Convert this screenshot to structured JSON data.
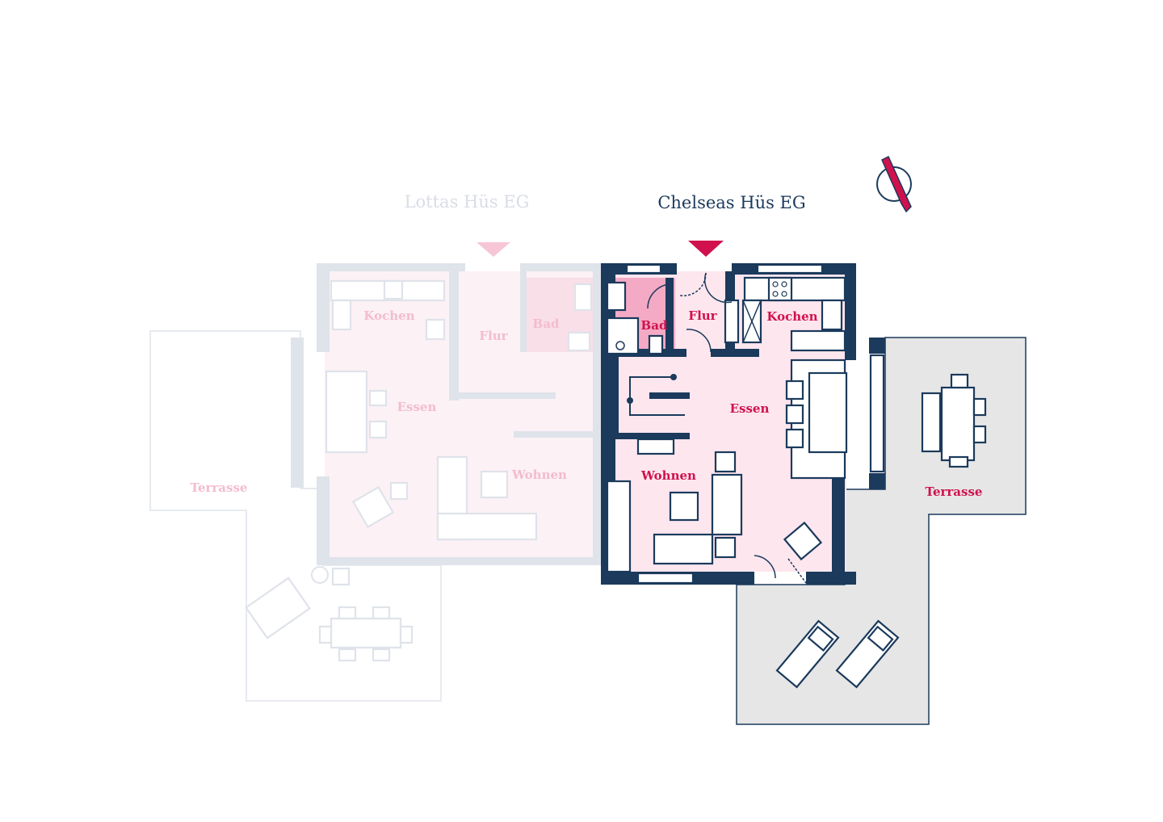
{
  "colors": {
    "navy": "#1b3a5c",
    "accent": "#d0114e",
    "room_fill": "#fde6ee",
    "bath_fill": "#f4aac4",
    "terrace_fill": "#e6e6e6",
    "faded": "#dfe3ea"
  },
  "left_plan": {
    "title": "Lottas Hüs EG",
    "rooms": {
      "kochen": "Kochen",
      "flur": "Flur",
      "bad": "Bad",
      "essen": "Essen",
      "wohnen": "Wohnen",
      "terrasse": "Terrasse"
    }
  },
  "right_plan": {
    "title": "Chelseas Hüs EG",
    "rooms": {
      "bad": "Bad",
      "flur": "Flur",
      "kochen": "Kochen",
      "essen": "Essen",
      "wohnen": "Wohnen",
      "terrasse": "Terrasse"
    }
  },
  "icons": {
    "compass": "north-arrow-icon",
    "entrance": "entrance-triangle-icon"
  }
}
